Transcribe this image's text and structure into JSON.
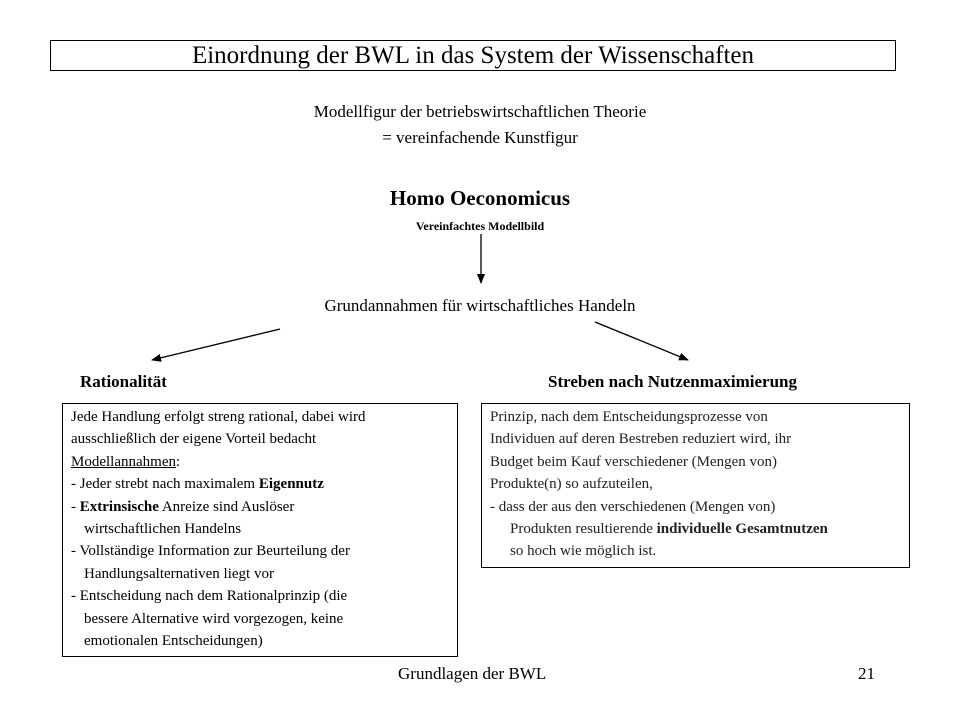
{
  "title": "Einordnung der BWL in das System der Wissenschaften",
  "subtitle": {
    "line1": "Modellfigur der betriebswirtschaftlichen Theorie",
    "line2": "= vereinfachende Kunstfigur"
  },
  "homo": {
    "title": "Homo Oeconomicus",
    "subtitle": "Vereinfachtes Modellbild"
  },
  "assumptions": "Grundannahmen für wirtschaftliches Handeln",
  "left": {
    "label": "Rationalität",
    "lines": {
      "l1": "Jede Handlung erfolgt streng rational, dabei wird",
      "l2": "ausschließlich der eigene Vorteil bedacht",
      "l3": "Modellannahmen",
      "l3_colon": ":",
      "l4a": "- Jeder strebt nach maximalem ",
      "l4b": "Eigennutz",
      "l5a": "- ",
      "l5b": "Extrinsische",
      "l5c": " Anreize sind Auslöser",
      "l6": "wirtschaftlichen Handelns",
      "l7": "- Vollständige Information zur Beurteilung der",
      "l8": "Handlungsalternativen liegt vor",
      "l9": "- Entscheidung nach dem Rationalprinzip (die",
      "l10": "bessere Alternative wird vorgezogen, keine",
      "l11": "emotionalen Entscheidungen)"
    }
  },
  "right": {
    "label": "Streben  nach Nutzenmaximierung",
    "lines": {
      "l1": "Prinzip, nach dem Entscheidungsprozesse von",
      "l2": "Individuen auf deren Bestreben reduziert wird, ihr",
      "l3": "Budget beim Kauf verschiedener (Mengen von)",
      "l4": "Produkte(n) so aufzuteilen,",
      "l5": "- dass der aus den verschiedenen (Mengen von)",
      "l6a": "Produkten resultierende ",
      "l6b": "individuelle Gesamtnutzen",
      "l7": "so hoch wie möglich ist."
    }
  },
  "footer": {
    "text": "Grundlagen der BWL",
    "page": "21"
  }
}
